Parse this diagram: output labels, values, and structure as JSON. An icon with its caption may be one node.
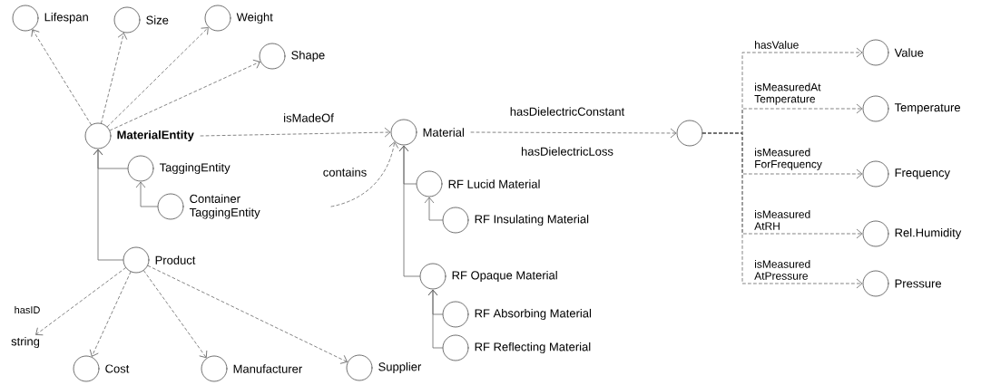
{
  "diagram": {
    "nodes": [
      {
        "text": [],
        "shape": "circle",
        "beside": [
          "Lifespan"
        ]
      },
      {
        "text": [],
        "shape": "circle",
        "beside": [
          "Size"
        ]
      },
      {
        "text": [],
        "shape": "circle",
        "beside": [
          "Weight"
        ]
      },
      {
        "text": [],
        "shape": "circle",
        "beside": [
          "Shape"
        ]
      },
      {
        "text": [],
        "shape": "circle",
        "beside": [
          "MaterialEntity"
        ]
      },
      {
        "text": [],
        "shape": "circle",
        "beside": [
          "TaggingEntity"
        ]
      },
      {
        "text": [],
        "shape": "circle",
        "beside": [
          "Container TaggingEntity"
        ]
      },
      {
        "text": [],
        "shape": "circle",
        "beside": [
          "Product"
        ]
      },
      {
        "text": [
          "string"
        ]
      },
      {
        "text": [],
        "shape": "circle",
        "beside": [
          "Cost"
        ]
      },
      {
        "text": [],
        "shape": "circle",
        "beside": [
          "Manufacturer"
        ]
      },
      {
        "text": [],
        "shape": "circle",
        "beside": [
          "Supplier"
        ]
      },
      {
        "text": [],
        "shape": "circle",
        "beside": [
          "Material"
        ]
      },
      {
        "text": [],
        "shape": "circle",
        "beside": [
          "RF Lucid Material"
        ]
      },
      {
        "text": [],
        "shape": "circle",
        "beside": [
          "RF Insulating Material"
        ]
      },
      {
        "text": [],
        "shape": "circle",
        "beside": [
          "RF Opaque Material"
        ]
      },
      {
        "text": [],
        "shape": "circle",
        "beside": [
          "RF Absorbing Material"
        ]
      },
      {
        "text": [],
        "shape": "circle",
        "beside": [
          "RF Reflecting Material"
        ]
      },
      {
        "text": [],
        "shape": "circle"
      },
      {
        "text": [],
        "shape": "circle",
        "beside": [
          "Value"
        ]
      },
      {
        "text": [],
        "shape": "circle",
        "beside": [
          "Temperature"
        ]
      },
      {
        "text": [],
        "shape": "circle",
        "beside": [
          "Frequency"
        ]
      },
      {
        "text": [],
        "shape": "circle",
        "beside": [
          "Rel.Humidity"
        ]
      },
      {
        "text": [],
        "shape": "circle",
        "beside": [
          "Pressure"
        ]
      }
    ],
    "edges": [
      {
        "from": 4,
        "to": 0,
        "arrow": "to",
        "style": "dashed"
      },
      {
        "from": 4,
        "to": 1,
        "arrow": "to",
        "style": "dashed"
      },
      {
        "from": 4,
        "to": 2,
        "arrow": "to",
        "style": "dashed"
      },
      {
        "from": 4,
        "to": 3,
        "arrow": "to",
        "style": "dashed"
      },
      {
        "from": 5,
        "to": 4,
        "arrow": "to"
      },
      {
        "from": 7,
        "to": 4,
        "arrow": "to"
      },
      {
        "from": 6,
        "to": 5,
        "arrow": "to"
      },
      {
        "from": 7,
        "to": 8,
        "arrow": "to",
        "style": "dashed",
        "label": "hasID"
      },
      {
        "from": 7,
        "to": 9,
        "arrow": "to",
        "style": "dashed"
      },
      {
        "from": 7,
        "to": 10,
        "arrow": "to",
        "style": "dashed"
      },
      {
        "from": 7,
        "to": 11,
        "arrow": "to",
        "style": "dashed"
      },
      {
        "from": 4,
        "to": 12,
        "arrow": "to",
        "style": "dashed",
        "label": "isMadeOf"
      },
      {
        "from": null,
        "to": 12,
        "arrow": "to",
        "style": "dashed",
        "label": "contains"
      },
      {
        "from": 13,
        "to": 12,
        "arrow": "to"
      },
      {
        "from": 15,
        "to": 12,
        "arrow": "to"
      },
      {
        "from": 14,
        "to": 13,
        "arrow": "to"
      },
      {
        "from": 16,
        "to": 15,
        "arrow": "to"
      },
      {
        "from": 17,
        "to": 15,
        "arrow": "to"
      },
      {
        "from": 12,
        "to": 18,
        "arrow": "to",
        "style": "dashed",
        "label": "hasDielectricConstant"
      },
      {
        "from": 18,
        "to": 19,
        "arrow": "to",
        "style": "dashed",
        "label": "hasValue"
      },
      {
        "from": 18,
        "to": 20,
        "arrow": "to",
        "style": "dashed",
        "label": "isMeasuredAt Temperature"
      },
      {
        "from": 18,
        "to": 21,
        "arrow": "to",
        "style": "dashed",
        "label": "isMeasured ForFrequency"
      },
      {
        "from": 18,
        "to": 22,
        "arrow": "to",
        "style": "dashed",
        "label": "isMeasured AtRH"
      },
      {
        "from": 18,
        "to": 23,
        "arrow": "to",
        "style": "dashed",
        "label": "isMeasured AtPressure"
      }
    ],
    "labels": [
      "hasDielectricLoss"
    ]
  }
}
